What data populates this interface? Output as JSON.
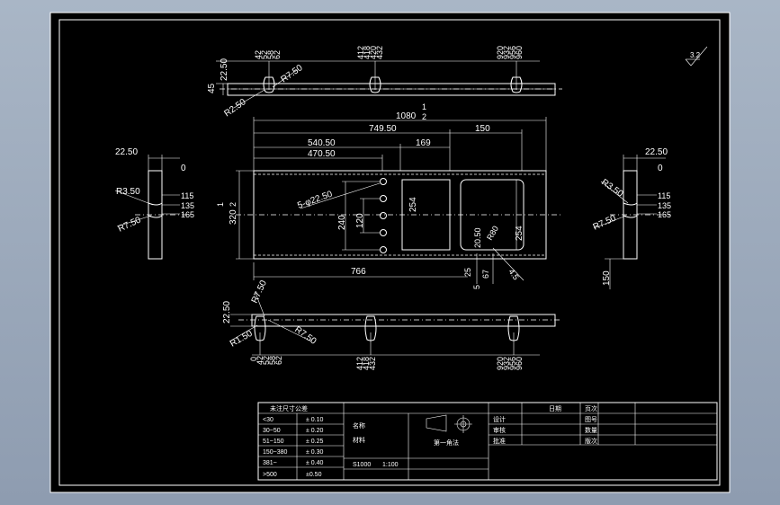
{
  "dims_top": {
    "d1080": "1080",
    "d749": "749.50",
    "d540": "540.50",
    "d470": "470.50",
    "d169": "169",
    "d150": "150",
    "d766": "766",
    "d320": "320",
    "d240": "240",
    "d120": "120",
    "d254a": "254",
    "d254b": "254",
    "holes": "5-φ22.50",
    "d2050": "20.50",
    "r80": "R80",
    "d25": "25",
    "d67": "67",
    "d5": "5",
    "d45": "4.5",
    "one": "1",
    "two": "2"
  },
  "rail_top": {
    "d2250": "22.50",
    "d45": "45",
    "r750": "R7.50",
    "r250": "R2.50",
    "t1": "42",
    "t2": "52",
    "t3": "58",
    "t4": "62",
    "t5": "412",
    "t6": "418",
    "t7": "420",
    "t8": "432",
    "t9": "920",
    "t10": "932",
    "t11": "956",
    "t12": "960"
  },
  "rail_bottom": {
    "d2250": "22.50",
    "r750a": "R7.50",
    "r750b": "R7.50",
    "r150": "R1.50",
    "t0": "0",
    "t1": "42",
    "t2": "52",
    "t3": "58",
    "t4": "62",
    "t5": "412",
    "t6": "418",
    "t7": "432",
    "t9": "920",
    "t10": "932",
    "t11": "956",
    "t12": "960"
  },
  "side_left": {
    "d2250": "22.50",
    "zero": "0",
    "r350": "R3.50",
    "r750": "R7.50",
    "d115": "115",
    "d135": "135",
    "d165": "165"
  },
  "side_right": {
    "d2250": "22.50",
    "zero": "0",
    "r350": "R3.50",
    "r750": "R7.50",
    "d115": "115",
    "d135": "135",
    "d165": "165",
    "d150": "150"
  },
  "roughness": "3.2",
  "title_block": {
    "tol_header": "未注尺寸公差",
    "tol": [
      {
        "range": "<30",
        "tol": "± 0.10"
      },
      {
        "range": "30~50",
        "tol": "± 0.20"
      },
      {
        "range": "51~150",
        "tol": "± 0.25"
      },
      {
        "range": "150~380",
        "tol": "± 0.30"
      },
      {
        "range": "381~",
        "tol": "± 0.40"
      },
      {
        "range": ">500",
        "tol": "±0.50"
      }
    ],
    "scale": "S1000",
    "scale2": "1:100",
    "proj": "第一角法",
    "name_label": "名称",
    "material": "材料",
    "approvals": [
      "设计",
      "审核",
      "批准",
      "日期"
    ],
    "approvals_r": [
      "图号",
      "数量",
      "版次",
      "页次"
    ]
  }
}
